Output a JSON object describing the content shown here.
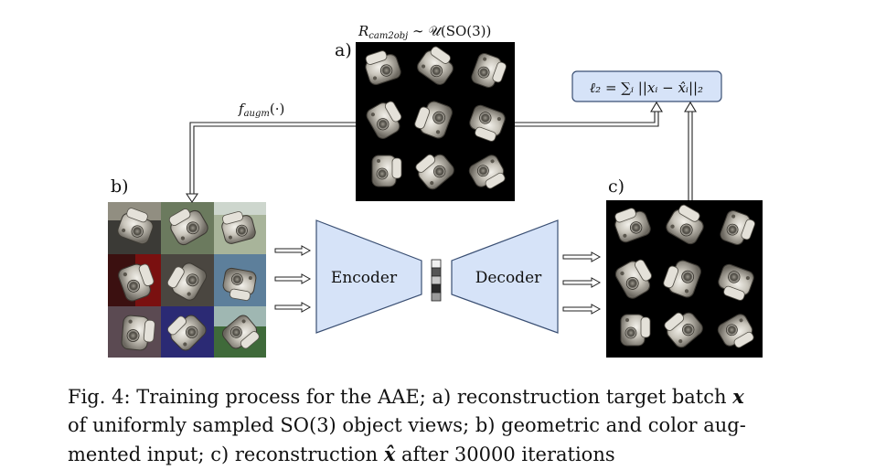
{
  "labels": {
    "a": "a)",
    "b": "b)",
    "c": "c)"
  },
  "formulas": {
    "rotation_prefix": "R",
    "rotation_sub": "cam2obj",
    "rotation_rest": " ∼ 𝒰(SO(3))",
    "augm_f": "f",
    "augm_sub": "augm",
    "augm_rest": "(·)",
    "loss": "ℓ₂ = ∑ᵢ ||xᵢ − x̂ᵢ||₂"
  },
  "blocks": {
    "encoder": "Encoder",
    "decoder": "Decoder"
  },
  "caption": {
    "line1_pre": "Fig. 4: Training process for the AAE; a) reconstruction target batch ",
    "line1_sym": "x",
    "line2": "of uniformly sampled SO(3) object views; b) geometric and color aug-",
    "line3_pre": "mented input; c) reconstruction ",
    "line3_sym": "x̂",
    "line3_post": " after 30000 iterations"
  },
  "colors": {
    "block_fill": "#d6e3f8",
    "block_stroke": "#3a4f73",
    "loss_fill": "#d6e3f8"
  }
}
